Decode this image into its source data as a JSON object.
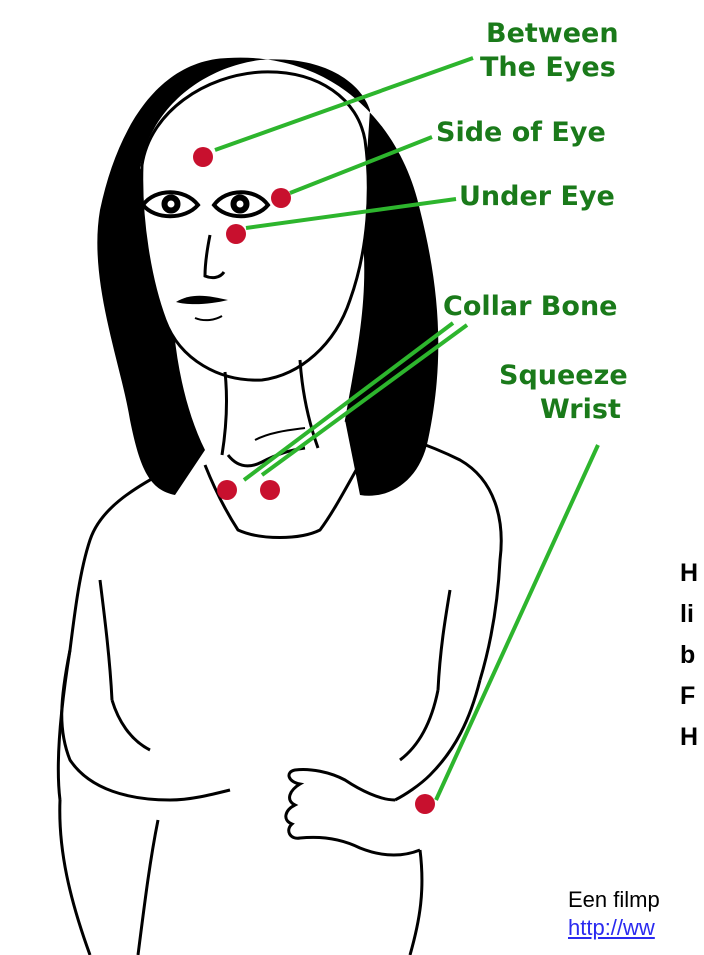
{
  "labels": {
    "between_eyes_1": "Between",
    "between_eyes_2": "The Eyes",
    "side_of_eye": "Side of Eye",
    "under_eye": "Under Eye",
    "collar_bone": "Collar Bone",
    "squeeze_1": "Squeeze",
    "squeeze_2": "Wrist"
  },
  "side_text": [
    "H",
    "li",
    "b",
    "F",
    "H"
  ],
  "footer": {
    "line1": "Een filmp",
    "link": "http://ww"
  },
  "colors": {
    "label_green": "#1a7a1a",
    "line_green": "#2db52d",
    "point_red": "#c8102e",
    "hair": "#000000"
  }
}
